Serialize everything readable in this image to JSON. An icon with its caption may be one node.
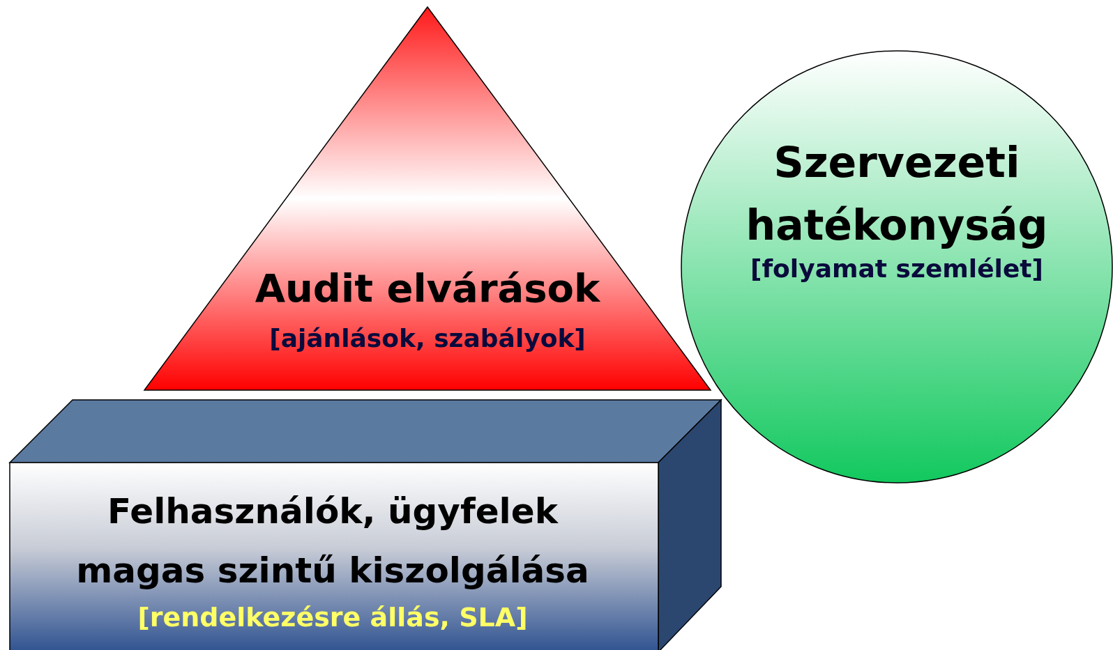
{
  "diagram": {
    "nodes": [
      {
        "text": [
          "Audit elvárások",
          "[ajánlások, szabályok]"
        ]
      },
      {
        "text": [
          "Szervezeti hatékonyság",
          "[folyamat szemlélet]"
        ]
      },
      {
        "text": [
          "Felhasználók, ügyfelek magas szintű kiszolgálása",
          "[rendelkezésre állás, SLA]"
        ]
      }
    ],
    "edges": []
  }
}
